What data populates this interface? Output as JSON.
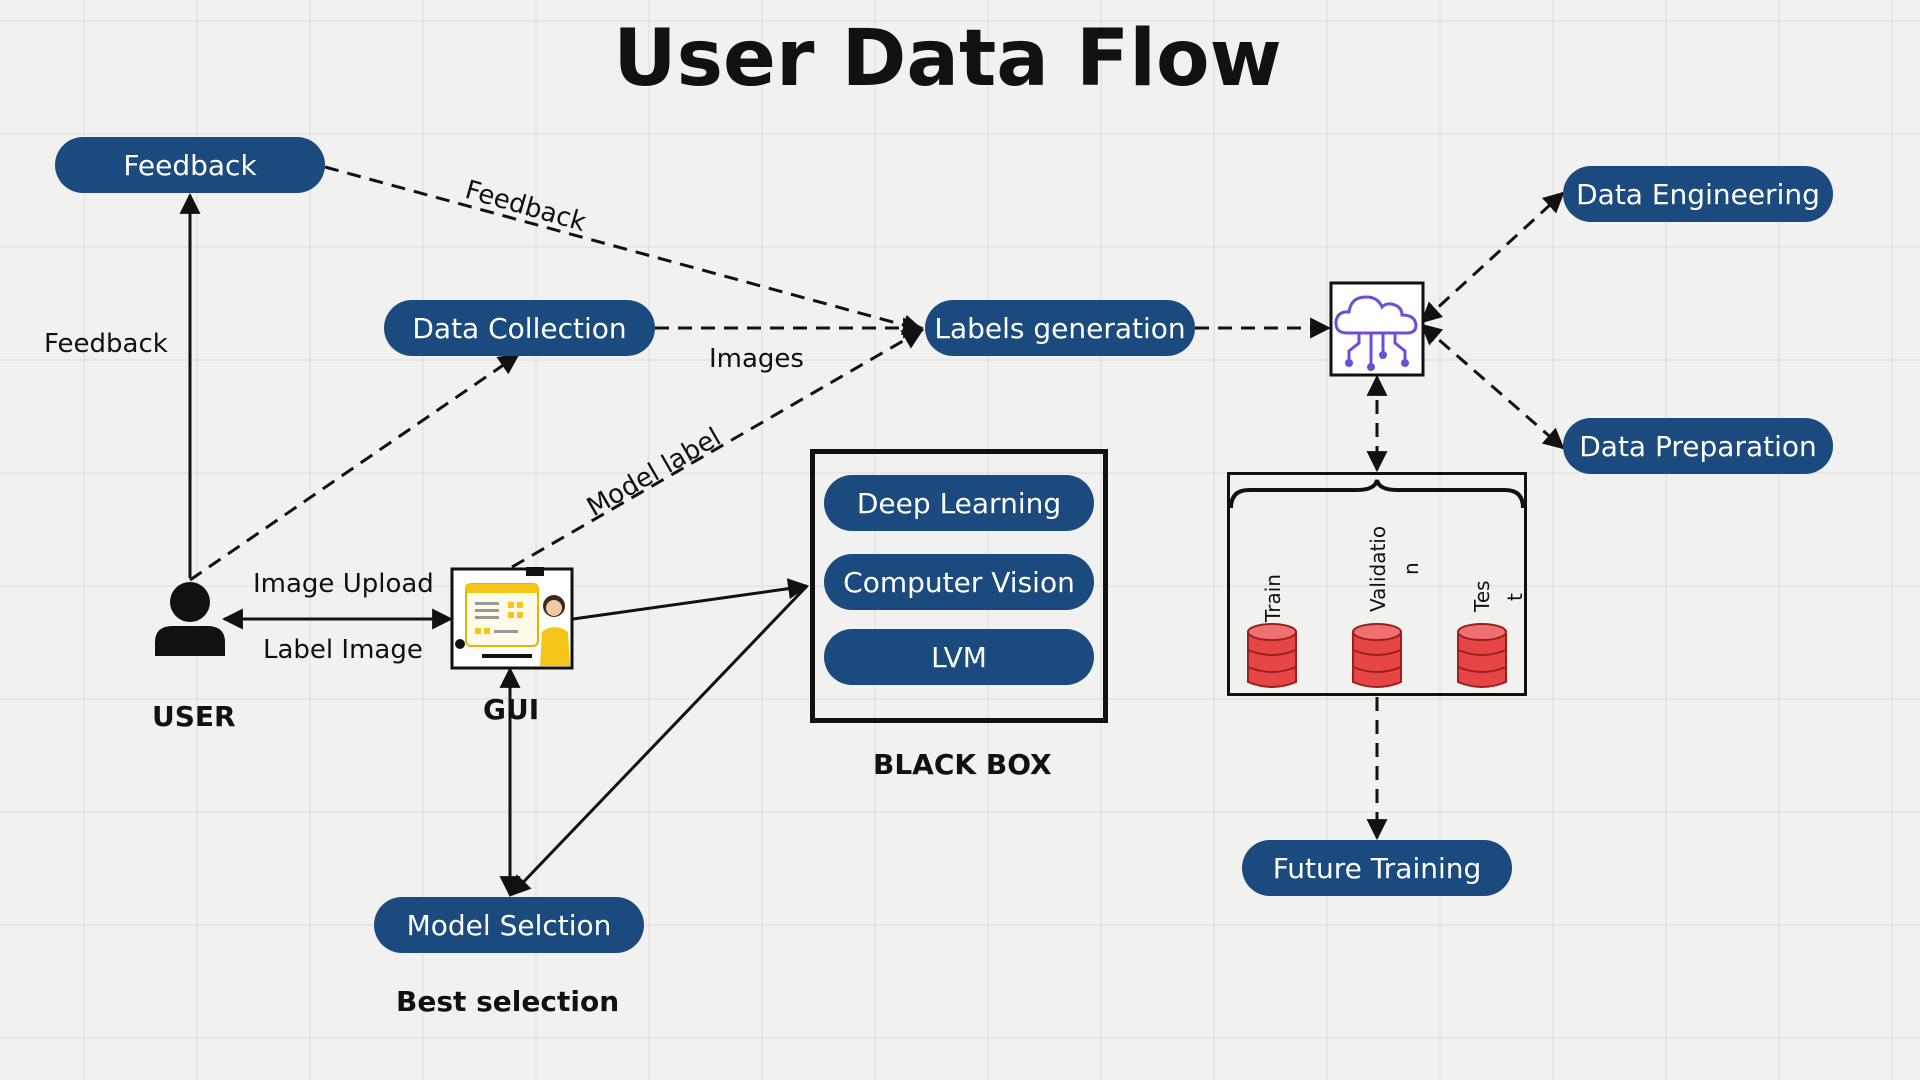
{
  "title": "User Data Flow",
  "nodes": {
    "feedback": "Feedback",
    "data_collection": "Data Collection",
    "labels_generation": "Labels generation",
    "data_engineering": "Data Engineering",
    "data_preparation": "Data Preparation",
    "deep_learning": "Deep Learning",
    "computer_vision": "Computer Vision",
    "lvm": "LVM",
    "future_training": "Future Training",
    "model_selection": "Model Selction"
  },
  "edge_labels": {
    "feedback_top": "Feedback",
    "feedback_left": "Feedback",
    "images": "Images",
    "model_label": "Model label",
    "image_upload": "Image Upload",
    "label_image": "Label Image"
  },
  "captions": {
    "user": "USER",
    "gui": "GUI",
    "black_box": "BLACK BOX",
    "best_selection": "Best selection"
  },
  "split": {
    "train": "Train",
    "validation_a": "Validatio",
    "validation_b": "n",
    "test_a": "Tes",
    "test_b": "t"
  },
  "icons": {
    "user": "person-icon",
    "gui": "gui-screen-icon",
    "cloud": "cloud-network-icon",
    "database": "database-icon"
  },
  "colors": {
    "pill_fill": "#1a4a7e",
    "pill_text": "#ffffff",
    "database": "#e64545",
    "cloud": "#6b4fd8",
    "gui_accent": "#f5c518"
  }
}
